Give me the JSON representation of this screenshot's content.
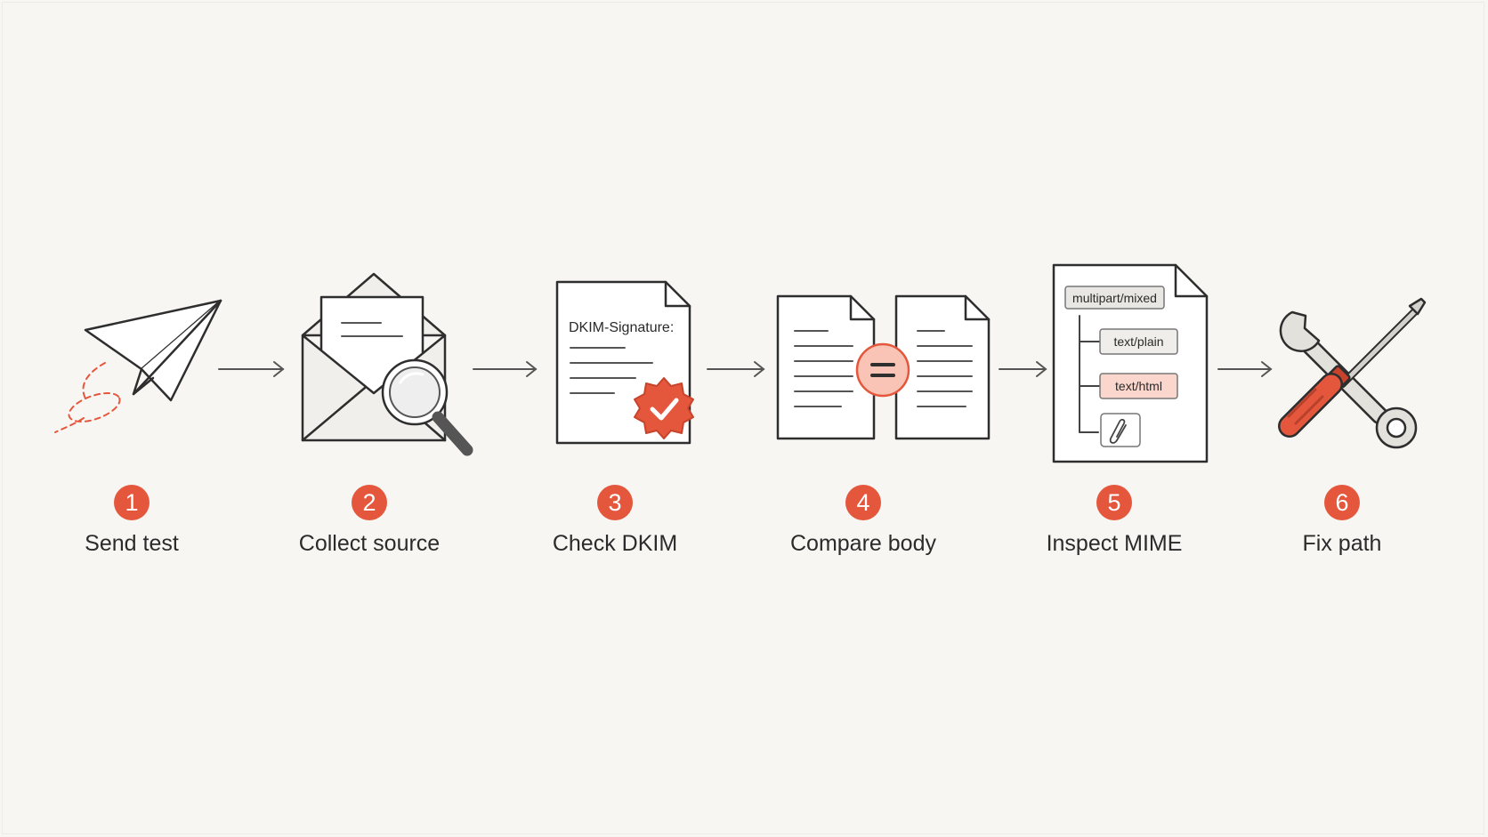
{
  "steps": [
    {
      "number": "1",
      "label": "Send test",
      "icon": "paper-plane-icon"
    },
    {
      "number": "2",
      "label": "Collect source",
      "icon": "envelope-magnifier-icon"
    },
    {
      "number": "3",
      "label": "Check DKIM",
      "icon": "signed-document-icon"
    },
    {
      "number": "4",
      "label": "Compare body",
      "icon": "compare-documents-icon"
    },
    {
      "number": "5",
      "label": "Inspect MIME",
      "icon": "mime-tree-icon"
    },
    {
      "number": "6",
      "label": "Fix path",
      "icon": "wrench-screwdriver-icon"
    }
  ],
  "dkim_document": {
    "header": "DKIM-Signature:"
  },
  "mime_tree": {
    "root": "multipart/mixed",
    "parts": [
      "text/plain",
      "text/html"
    ],
    "attachment_icon": "paperclip-icon"
  },
  "colors": {
    "accent": "#e4573d",
    "accent_light": "#f9c4b6",
    "outline": "#2e2e2e",
    "paper": "#ffffff",
    "envelope": "#f1efeb",
    "background": "#f8f6f3"
  }
}
